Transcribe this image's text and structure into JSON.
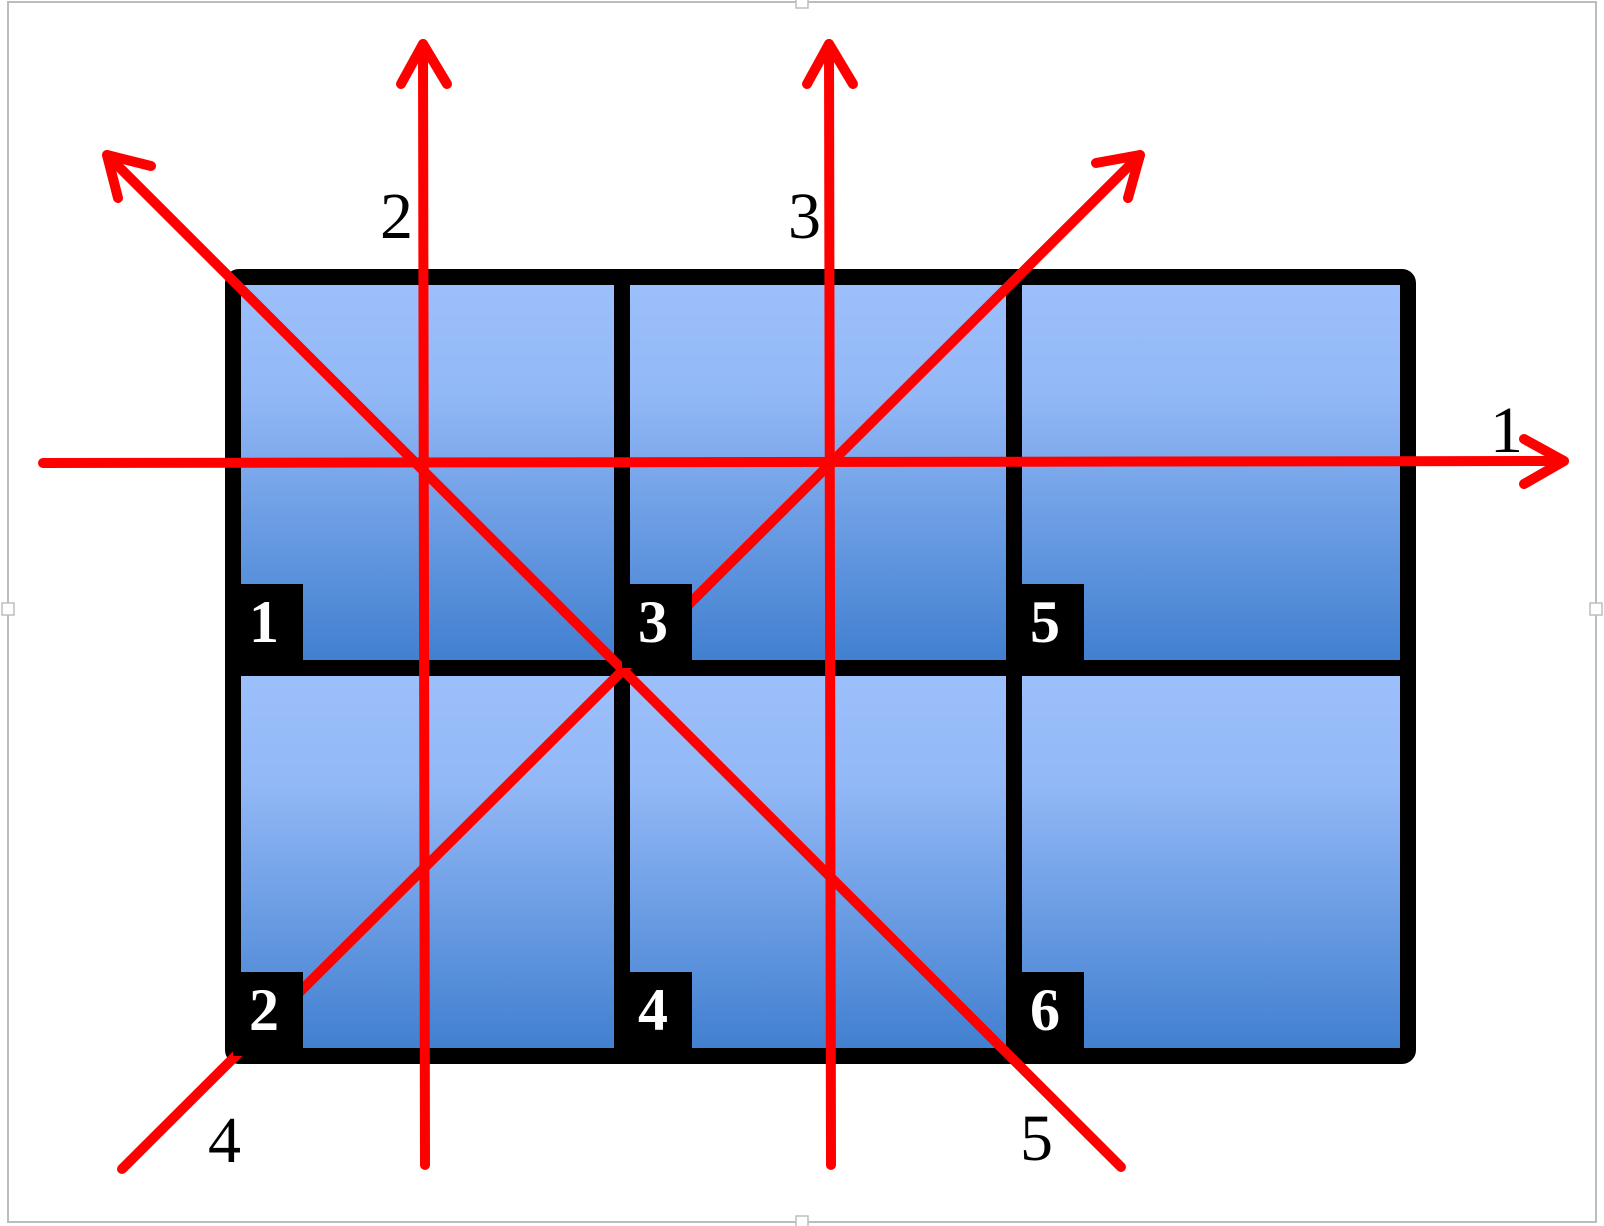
{
  "colors": {
    "cell_top": "#9cc0fb",
    "cell_bottom": "#3f7ecf",
    "grid_border": "#000000",
    "arrow": "#ff0000",
    "badge_bg": "#000000",
    "badge_text": "#ffffff",
    "label_text": "#000000",
    "frame": "#bdbdbd"
  },
  "grid": {
    "rows": 2,
    "cols": 3
  },
  "cells": [
    {
      "label": "1",
      "row": 0,
      "col": 0
    },
    {
      "label": "2",
      "row": 1,
      "col": 0
    },
    {
      "label": "3",
      "row": 0,
      "col": 1
    },
    {
      "label": "4",
      "row": 1,
      "col": 1
    },
    {
      "label": "5",
      "row": 0,
      "col": 2
    },
    {
      "label": "6",
      "row": 1,
      "col": 2
    }
  ],
  "lines": [
    {
      "label": "1",
      "direction": "horizontal-right"
    },
    {
      "label": "2",
      "direction": "vertical-up-left"
    },
    {
      "label": "3",
      "direction": "vertical-up-right"
    },
    {
      "label": "4",
      "direction": "diagonal-up-right"
    },
    {
      "label": "5",
      "direction": "diagonal-up-left"
    }
  ]
}
